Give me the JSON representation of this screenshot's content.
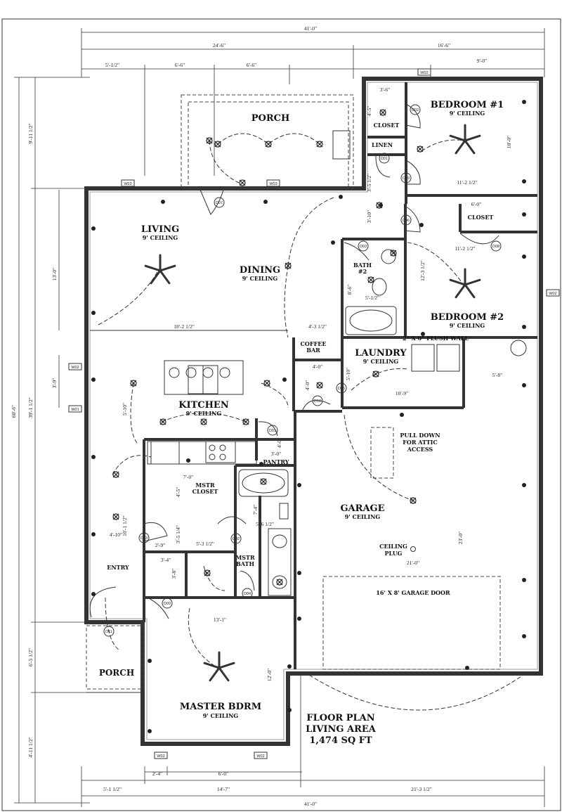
{
  "rooms": {
    "porch_top": "PORCH",
    "bedroom1": "BEDROOM #1",
    "bedroom1_ceiling": "9' CEILING",
    "closet1": "CLOSET",
    "linen": "LINEN",
    "living": "LIVING",
    "living_ceiling": "9' CEILING",
    "dining": "DINING",
    "dining_ceiling": "9' CEILING",
    "bath2a": "BATH",
    "bath2b": "#2",
    "closet2": "CLOSET",
    "bedroom2": "BEDROOM #2",
    "bedroom2_ceiling": "9' CEILING",
    "coffee_bar_a": "COFFEE",
    "coffee_bar_b": "BAR",
    "laundry": "LAUNDRY",
    "laundry_ceiling": "9' CEILING",
    "kitchen": "KITCHEN",
    "kitchen_ceiling": "9' CEILING",
    "pantry": "PANTRY",
    "mstr_closet_a": "MSTR",
    "mstr_closet_b": "CLOSET",
    "mstr_bath_a": "MSTR",
    "mstr_bath_b": "BATH",
    "entry": "ENTRY",
    "porch_bottom": "PORCH",
    "master_bdrm": "MASTER BDRM",
    "master_ceiling": "9' CEILING",
    "garage": "GARAGE",
    "garage_ceiling": "9' CEILING"
  },
  "notes": {
    "attic_a": "PULL DOWN",
    "attic_b": "FOR ATTIC",
    "attic_c": "ACCESS",
    "ceiling_plug_a": "CEILING",
    "ceiling_plug_b": "PLUG",
    "garage_door": "16' X 8' GARAGE DOOR",
    "flush_wall": "2\" X 6\" FLUSH WALL"
  },
  "title_block": {
    "line1": "FLOOR PLAN",
    "line2": "LIVING AREA",
    "line3": "1,474 SQ FT"
  },
  "dimensions": {
    "overall_top": "41'-0\"",
    "left_wing": "24'-6\"",
    "right_wing": "16'-6\"",
    "seg1": "5'-1/2\"",
    "seg2": "6'-6\"",
    "seg3": "6'-6\"",
    "bed1_wing": "9'-0\"",
    "overall_left": "60'-6\"",
    "left_a": "9'-11 1/2\"",
    "left_b": "39'-1 1/2\"",
    "left_c": "6'-5 1/2\"",
    "left_d": "4'-11 1/2\"",
    "living_h": "13'-0\"",
    "living_w": "18'-2 1/2\"",
    "win_h": "3'-9\"",
    "bottom_a": "5'-1 1/2\"",
    "bottom_b": "14'-7\"",
    "bottom_c": "21'-3 1/2\"",
    "overall_bottom": "41'-0\"",
    "bottom_win_a": "2'-4\"",
    "bottom_win_b": "6'-0\"",
    "closet1_w": "3'-6\"",
    "closet1_h": "4'-5\"",
    "bed1_depth": "10'-0\"",
    "bed1_w": "11'-2 1/2\"",
    "hall_a": "3'-5 1/2\"",
    "hall_b": "3'-10\"",
    "bath2_w": "5'-1/2\"",
    "bath2_h": "8'-6\"",
    "closet2_w": "6'-0\"",
    "bed2_w": "11'-2 1/2\"",
    "bed2_h": "12'-3 1/2\"",
    "dining_w": "4'-3 1/2\"",
    "laundry_w": "10'-9\"",
    "laundry_h": "5'-10\"",
    "coffee_w": "4'-0\"",
    "coffee_h": "4'-0\"",
    "laundry_side": "5'-8\"",
    "kitchen_h": "5'-10\"",
    "pantry_w": "3'-0\"",
    "pantry_h": "4'-0\"",
    "mcloset_w": "7'-0\"",
    "mcloset_h": "4'-5\"",
    "mcloset_h2": "3'-5 1/4\"",
    "entry_h": "10'-1 1/2\"",
    "entry_w": "4'-10\"",
    "wc_w": "2'-9\"",
    "mbath_w": "5'-3 1/2\"",
    "mbath_w2": "5'-6 1/2\"",
    "mbath_h": "7'-4\"",
    "wc2_w": "3'-4\"",
    "wc2_h": "3'-8\"",
    "master_w": "13'-1\"",
    "master_h": "12'-0\"",
    "garage_w": "21'-0\"",
    "garage_h": "23'-0\""
  },
  "tags": {
    "w03a": "W03",
    "w03b": "W03",
    "w02a": "W02",
    "w02b": "W02",
    "w02c": "W02",
    "w01": "W01",
    "w02d": "W02",
    "w02e": "W02",
    "d07": "D07",
    "d02a": "D02",
    "d01a": "D01",
    "d09a": "D09",
    "d06": "D06",
    "d03": "D03",
    "d08": "D08",
    "d05": "D05",
    "d10": "D10",
    "d01b": "D01",
    "d02b": "D02",
    "d04": "D04",
    "d03b": "D03",
    "d09b": "D09",
    "d11": "D11"
  }
}
